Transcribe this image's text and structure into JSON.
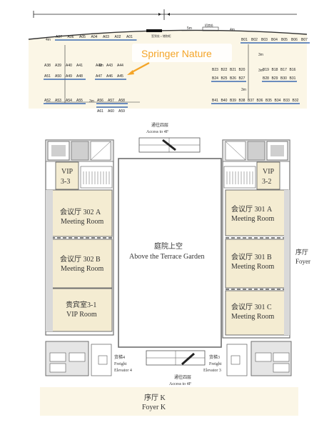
{
  "exhibit_hall": {
    "booths_left": {
      "row1": [
        "A07",
        "A06",
        "A05",
        "A04",
        "A03",
        "A02",
        "A01"
      ],
      "row2a": [
        "A38",
        "A39",
        "A40",
        "A41"
      ],
      "row2b": [
        "A42",
        "A43",
        "A44"
      ],
      "row3a": [
        "A51",
        "A50",
        "A49",
        "A48"
      ],
      "row3b": [
        "A47",
        "A46",
        "A45"
      ],
      "row4a": [
        "A52",
        "A53",
        "A54",
        "A55"
      ],
      "row4b": [
        "A56",
        "A57",
        "A58"
      ],
      "row5": [
        "A61",
        "A60",
        "A59"
      ]
    },
    "booths_right": {
      "row1": [
        "B01",
        "B02",
        "B03",
        "B04",
        "B05",
        "B06",
        "B07"
      ],
      "row2a": [
        "B23",
        "B22",
        "B21",
        "B20"
      ],
      "row2b": [
        "B19",
        "B18",
        "B17",
        "B16"
      ],
      "row3a": [
        "B24",
        "B25",
        "B26",
        "B27"
      ],
      "row3b": [
        "B28",
        "B29",
        "B30",
        "B31"
      ],
      "row4": [
        "B41",
        "B40",
        "B39",
        "B38",
        "B37",
        "B36",
        "B35",
        "B34",
        "B33",
        "B32"
      ]
    },
    "distances": {
      "d1": "4m",
      "d2": "5m",
      "d3": "4m",
      "d4": "3m",
      "d5": "3m",
      "d6": "3m",
      "d7": "3m",
      "d8": "3m"
    },
    "tiny_labels": {
      "entry": "签到处 • 储物柜",
      "stage": "招商处"
    },
    "highlight_label": "Springer Nature",
    "highlight_color": "#f4a528"
  },
  "floor": {
    "access_top_cn": "通往四层",
    "access_top_en": "Access to 4F",
    "access_bottom_cn": "通往四层",
    "access_bottom_en": "Access to 4F",
    "vip_left": "VIP\n3-3",
    "vip_right": "VIP\n3-2",
    "room_302a_cn": "会议厅 302 A",
    "room_302a_en": "Meeting Room",
    "room_302b_cn": "会议厅 302 B",
    "room_302b_en": "Meeting Room",
    "room_vip31_cn": "贵宾室3-1",
    "room_vip31_en": "VIP Room",
    "room_301a_cn": "会议厅 301 A",
    "room_301a_en": "Meeting Room",
    "room_301b_cn": "会议厅 301 B",
    "room_301b_en": "Meeting Room",
    "room_301c_cn": "会议厅 301 C",
    "room_301c_en": "Meeting Room",
    "garden_cn": "庭院上空",
    "garden_en": "Above the Terrace Garden",
    "freight4_cn": "货梯4",
    "freight4_en1": "Freight",
    "freight4_en2": "Elevator 4",
    "freight3_cn": "货梯3",
    "freight3_en1": "Freight",
    "freight3_en2": "Elevator 3",
    "foyer_k_cn": "序厅 K",
    "foyer_k_en": "Foyer K",
    "foyer_right_cn": "序厅",
    "foyer_right_en": "Foyer"
  },
  "colors": {
    "hall_bg": "#fbf6e6",
    "room_fill": "#f4ecd2",
    "wall": "#6e6e6e",
    "blue_line": "#3a68b0"
  }
}
